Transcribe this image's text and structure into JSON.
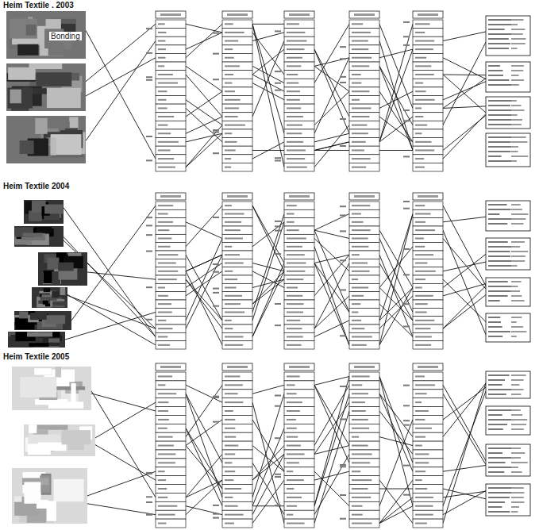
{
  "diagram": {
    "labels": [
      "Heim Textile . 2003",
      "Bonding",
      "Heim Textile 2004",
      "Heim Textile 2005"
    ]
  }
}
